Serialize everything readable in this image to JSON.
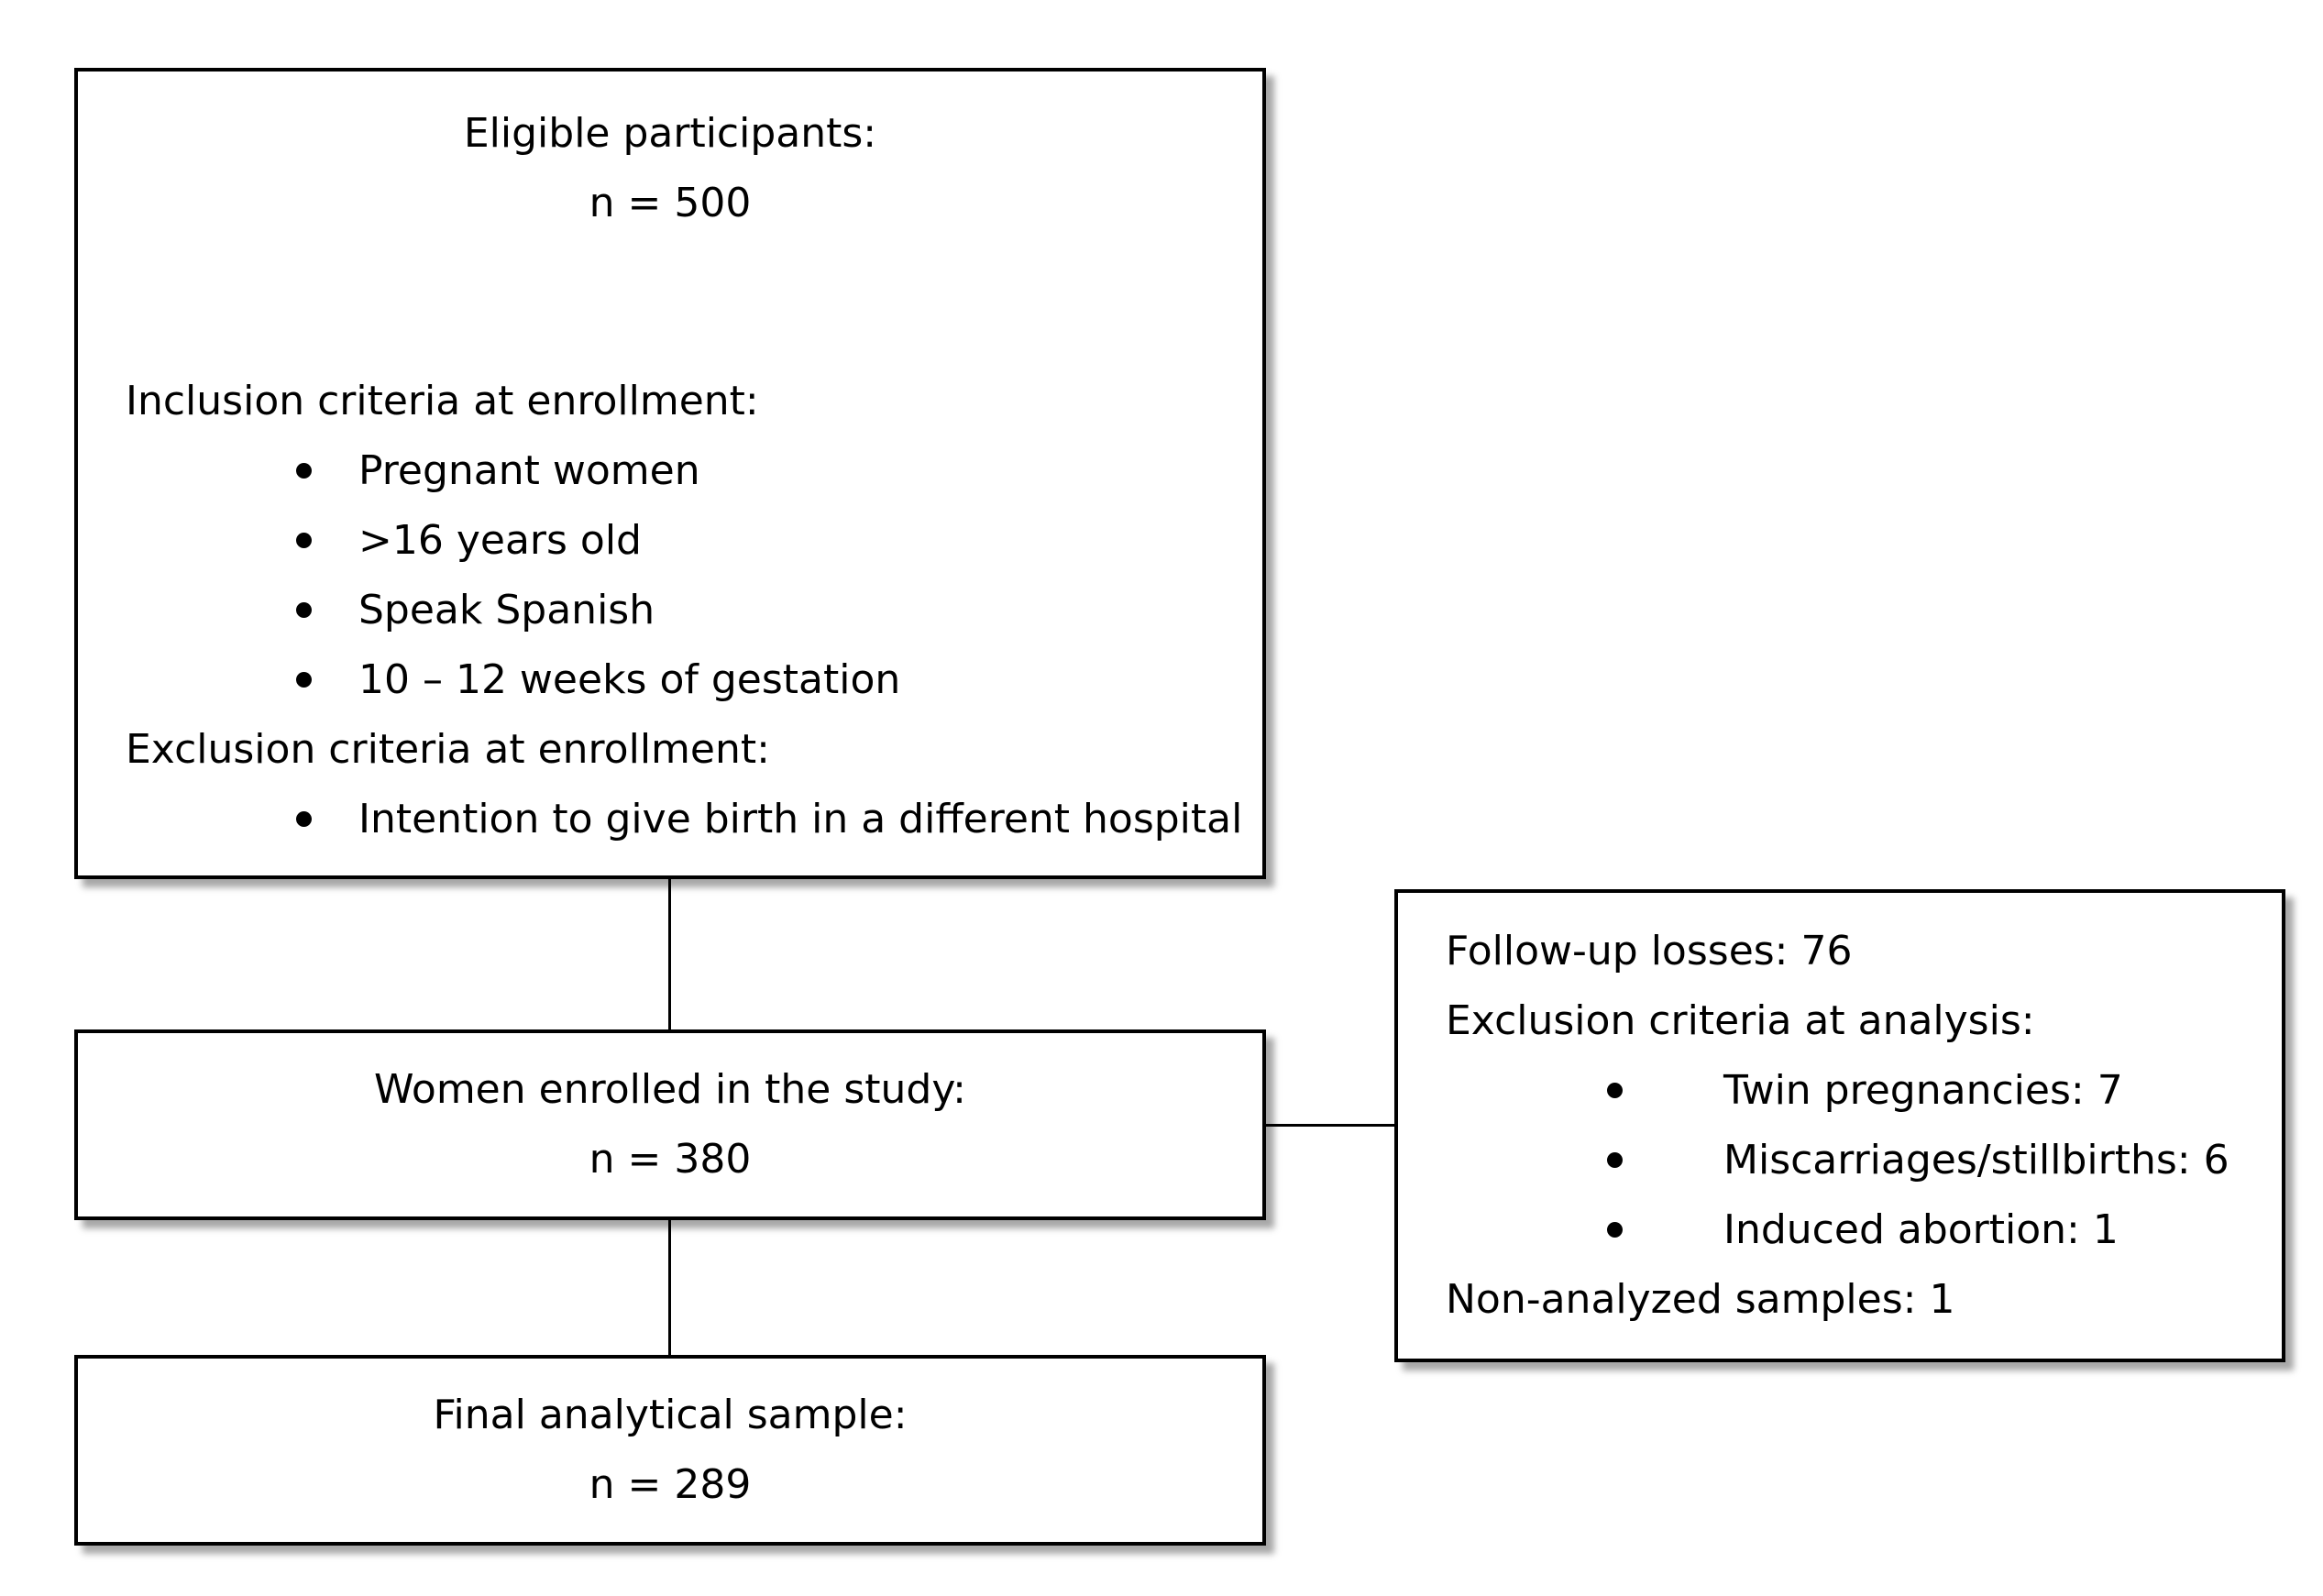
{
  "eligible": {
    "title": "Eligible participants:",
    "count": "n = 500",
    "inclusion_heading": "Inclusion criteria at enrollment:",
    "inclusion_items": [
      "Pregnant women",
      ">16 years old",
      "Speak Spanish",
      "10 – 12 weeks of gestation"
    ],
    "exclusion_heading": "Exclusion criteria at enrollment:",
    "exclusion_items": [
      "Intention to give birth in a different hospital"
    ]
  },
  "enrolled": {
    "title": "Women enrolled in the study:",
    "count": "n = 380"
  },
  "final": {
    "title": "Final analytical sample:",
    "count": "n = 289"
  },
  "losses": {
    "followup": "Follow-up losses: 76",
    "exclusion_heading": "Exclusion criteria at analysis:",
    "exclusion_items": [
      "Twin pregnancies: 7",
      "Miscarriages/stillbirths: 6",
      "Induced abortion: 1"
    ],
    "non_analyzed": "Non-analyzed samples: 1"
  }
}
